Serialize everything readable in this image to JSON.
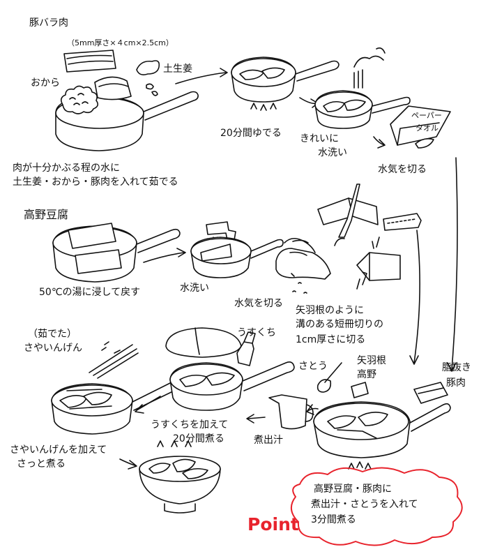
{
  "labels": {
    "pork_belly": "豚バラ肉",
    "pork_size": "（5mm厚さ×４cm×2.5cm）",
    "okara": "おから",
    "ginger": "土生姜",
    "step1_line1": "肉が十分かぶる程の水に",
    "step1_line2": "土生姜・おから・豚肉を入れて茹でる",
    "boil_20": "20分間ゆでる",
    "rinse_clean_1": "きれいに",
    "rinse_clean_2": "水洗い",
    "paper_towel_1": "ペーパー",
    "paper_towel_2": "タオル",
    "drain_water_1": "水気を切る",
    "koya_tofu": "高野豆腐",
    "soak": "50℃の湯に浸して戻す",
    "rinse": "水洗い",
    "drain_water_2": "水気を切る",
    "cut_1": "矢羽根のように",
    "cut_2": "溝のある短冊切りの",
    "cut_3": "1cm厚さに切る",
    "beans_1": "（茹でた）",
    "beans_2": "さやいんげん",
    "usukuchi": "うすくち",
    "sugar": "さとう",
    "yabane_1": "矢羽根",
    "yabane_2": "高野",
    "fatless_1": "脂抜き",
    "fatless_2": "豚肉",
    "usukuchi_add_1": "うすくちを加えて",
    "usukuchi_add_2": "20分間煮る",
    "dashi": "煮出汁",
    "beans_add_1": "さやいんげんを加えて",
    "beans_add_2": "さっと煮る",
    "point_text_1": "高野豆腐・豚肉に",
    "point_text_2": "煮出汁・さとうを入れて",
    "point_text_3": "3分間煮る",
    "point": "Point"
  },
  "colors": {
    "ink": "#111111",
    "point_red": "#e8232c",
    "background": "#ffffff"
  }
}
